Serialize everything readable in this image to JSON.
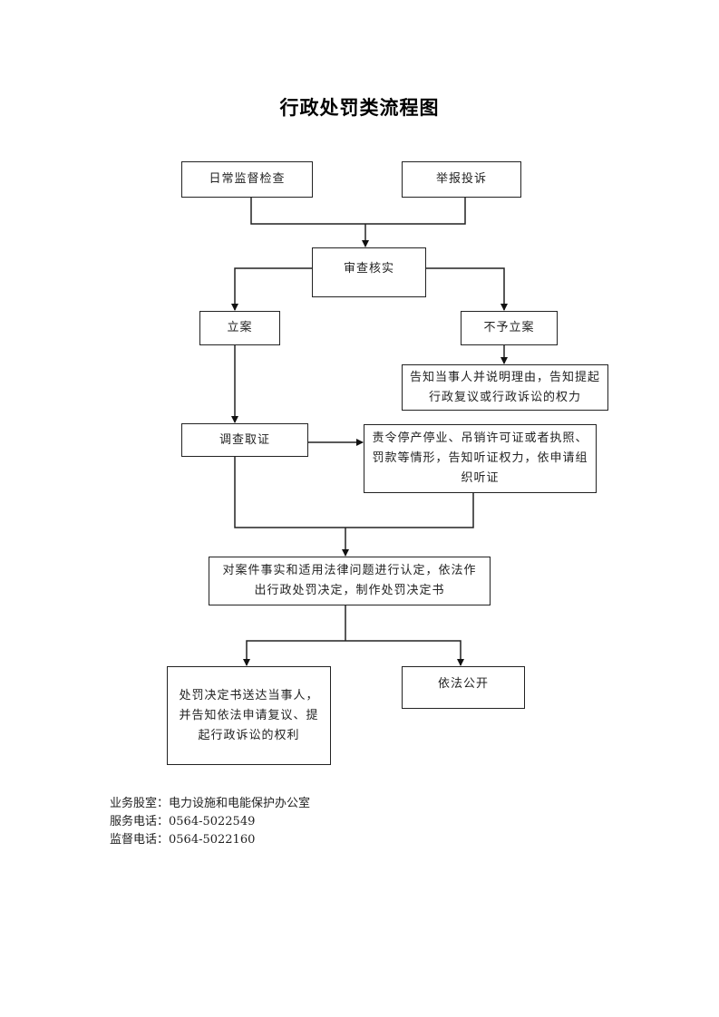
{
  "title": "行政处罚类流程图",
  "nodes": {
    "daily_inspection": "日常监督检查",
    "report_complaint": "举报投诉",
    "review_verify": "审查核实",
    "file_case": "立案",
    "no_case": "不予立案",
    "notify_no_case": "告知当事人并说明理由，告知提起行政复议或行政诉讼的权力",
    "investigate": "调查取证",
    "hearing": "责令停产停业、吊销许可证或者执照、罚款等情形，告知听证权力，依申请组织听证",
    "decision": "对案件事实和适用法律问题进行认定，依法作出行政处罚决定，制作处罚决定书",
    "deliver": "处罚决定书送达当事人，并告知依法申请复议、提起行政诉讼的权利",
    "publish": "依法公开"
  },
  "edges": [
    {
      "from": "daily_inspection",
      "to": "review_verify"
    },
    {
      "from": "report_complaint",
      "to": "review_verify"
    },
    {
      "from": "review_verify",
      "to": "file_case"
    },
    {
      "from": "review_verify",
      "to": "no_case"
    },
    {
      "from": "no_case",
      "to": "notify_no_case"
    },
    {
      "from": "file_case",
      "to": "investigate"
    },
    {
      "from": "investigate",
      "to": "hearing"
    },
    {
      "from": "investigate",
      "to": "decision"
    },
    {
      "from": "hearing",
      "to": "decision"
    },
    {
      "from": "decision",
      "to": "deliver"
    },
    {
      "from": "decision",
      "to": "publish"
    }
  ],
  "footer": {
    "department": "业务股室：电力设施和电能保护办公室",
    "service_phone": "服务电话：0564-5022549",
    "supervision_phone": "监督电话：0564-5022160"
  }
}
